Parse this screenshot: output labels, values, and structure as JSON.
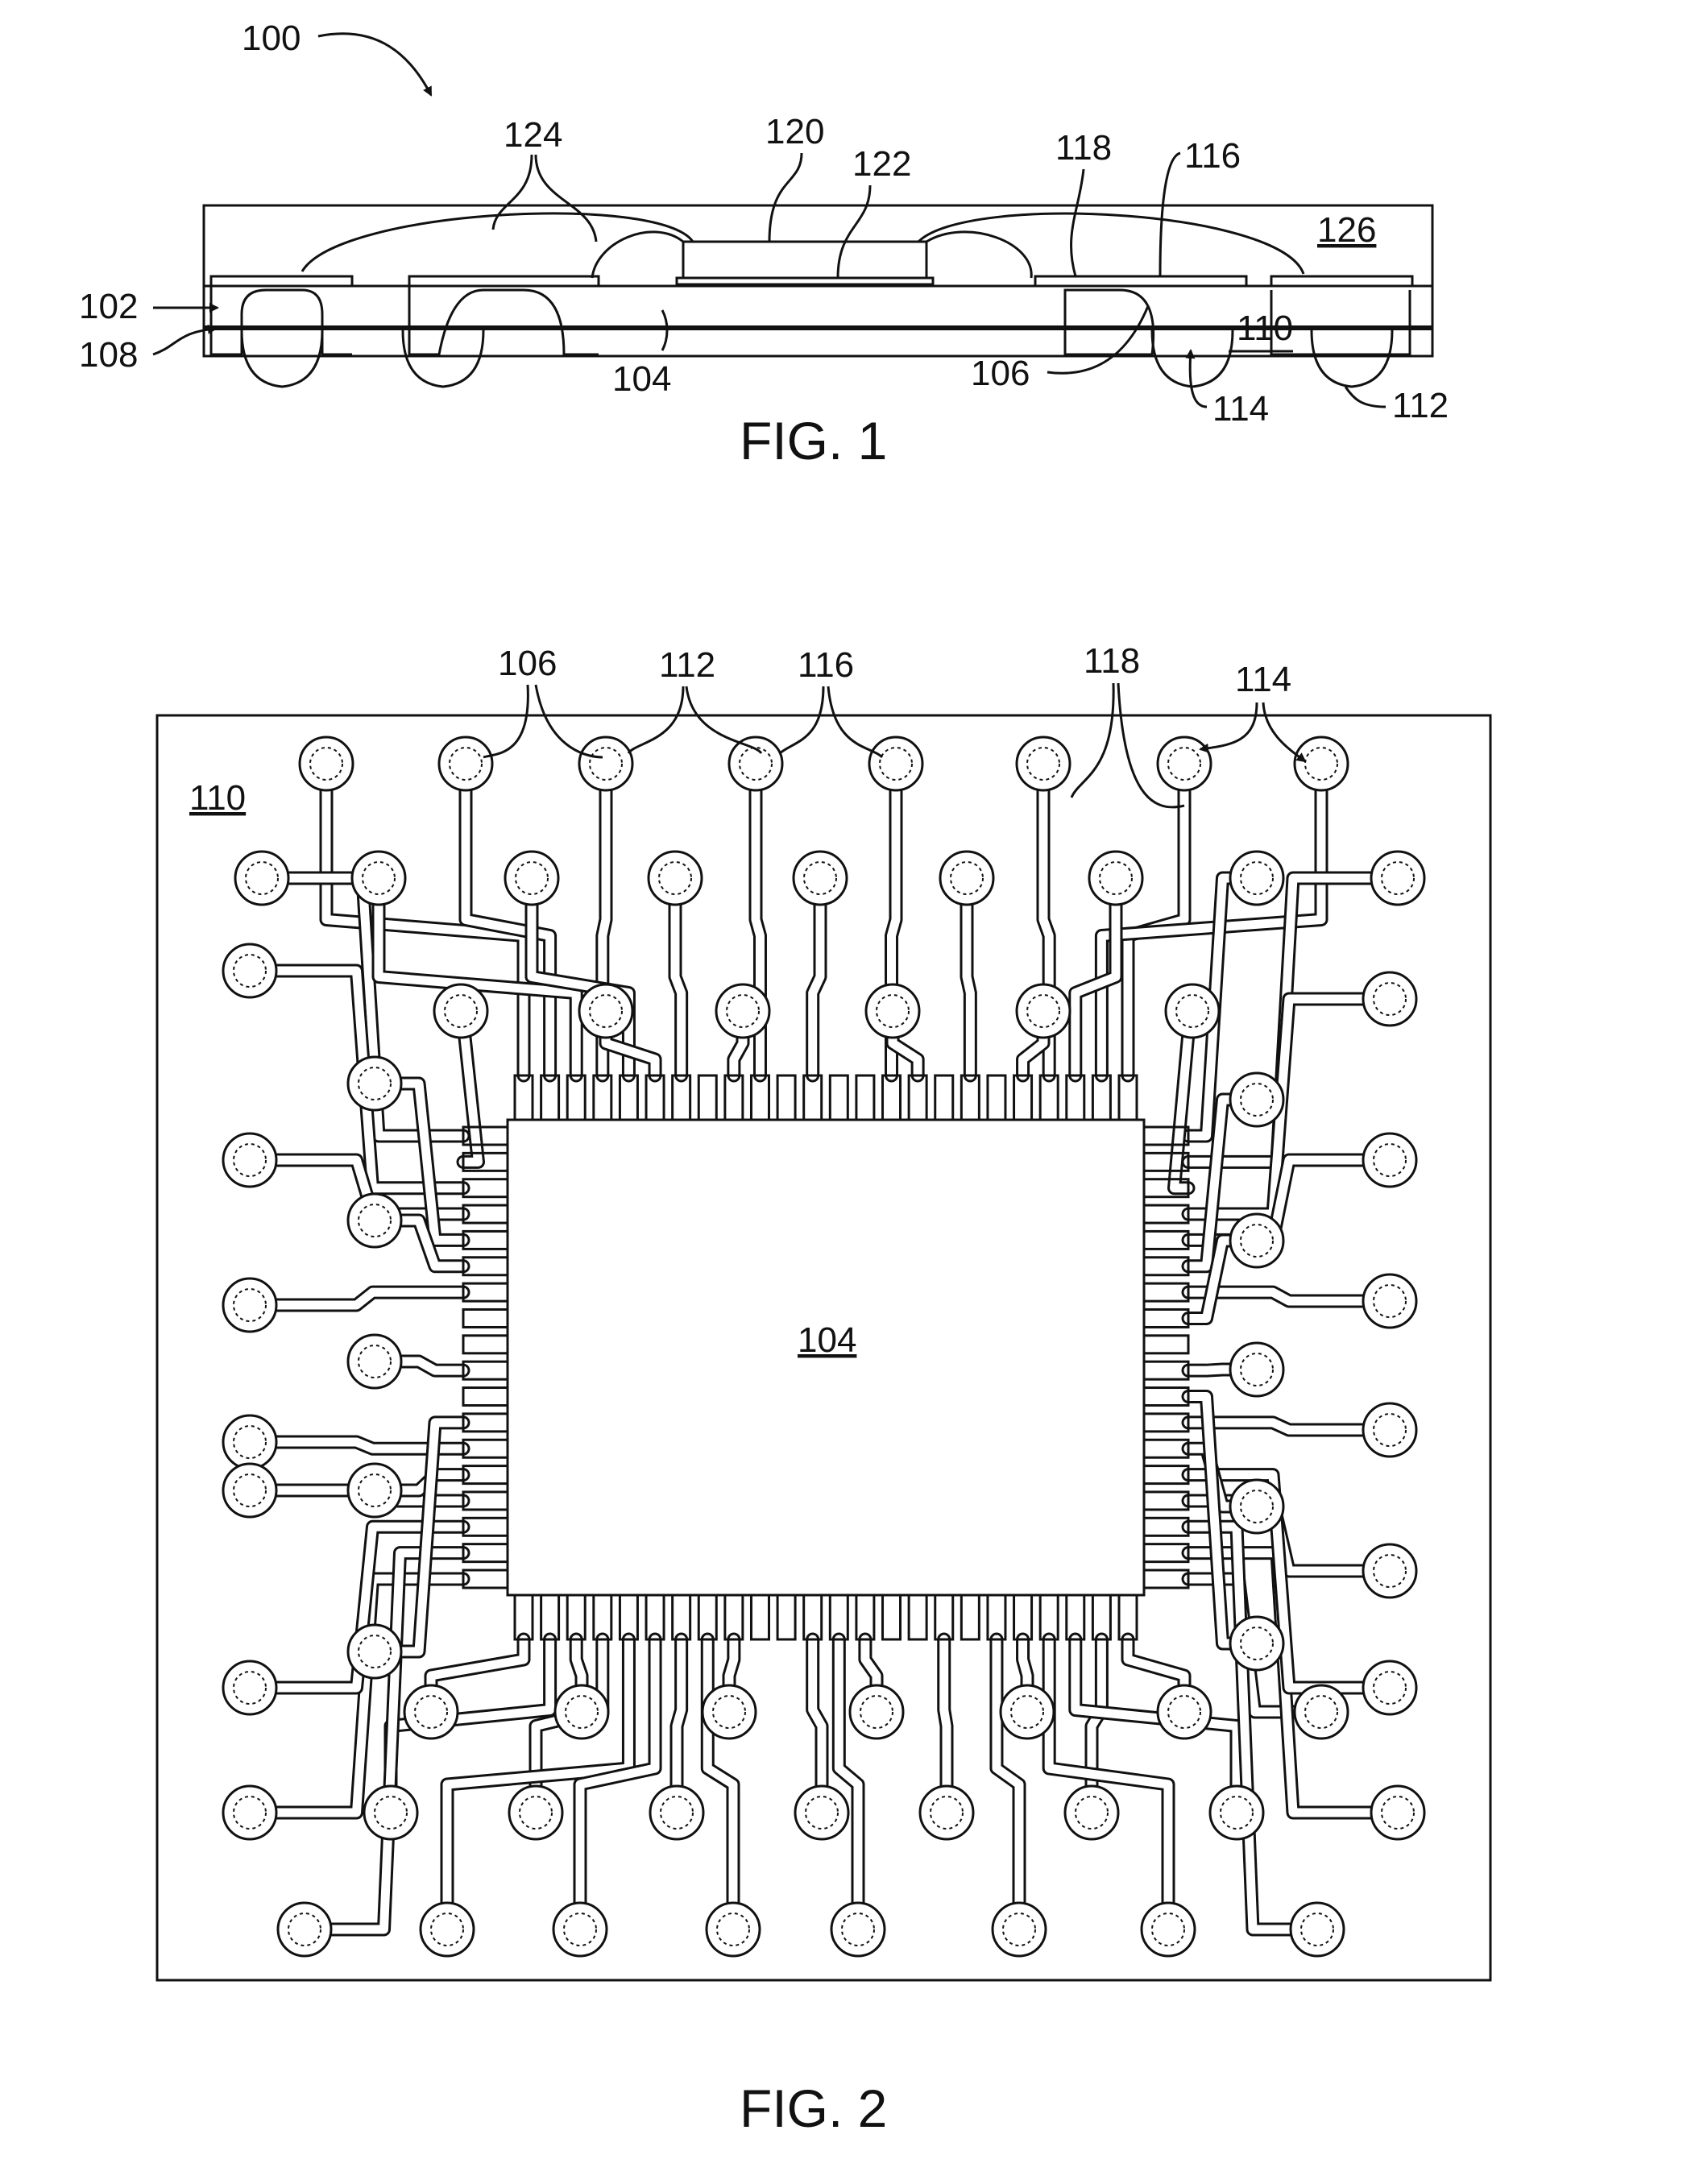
{
  "fig1": {
    "caption": "FIG. 1",
    "labels": {
      "l100": "100",
      "l102": "102",
      "l104": "104",
      "l106": "106",
      "l108": "108",
      "l110": "110",
      "l112": "112",
      "l114": "114",
      "l116": "116",
      "l118": "118",
      "l120": "120",
      "l122": "122",
      "l124": "124",
      "l126": "126"
    }
  },
  "fig2": {
    "caption": "FIG. 2",
    "labels": {
      "l104": "104",
      "l106": "106",
      "l110": "110",
      "l112": "112",
      "l114": "114",
      "l116": "116",
      "l118": "118"
    }
  }
}
